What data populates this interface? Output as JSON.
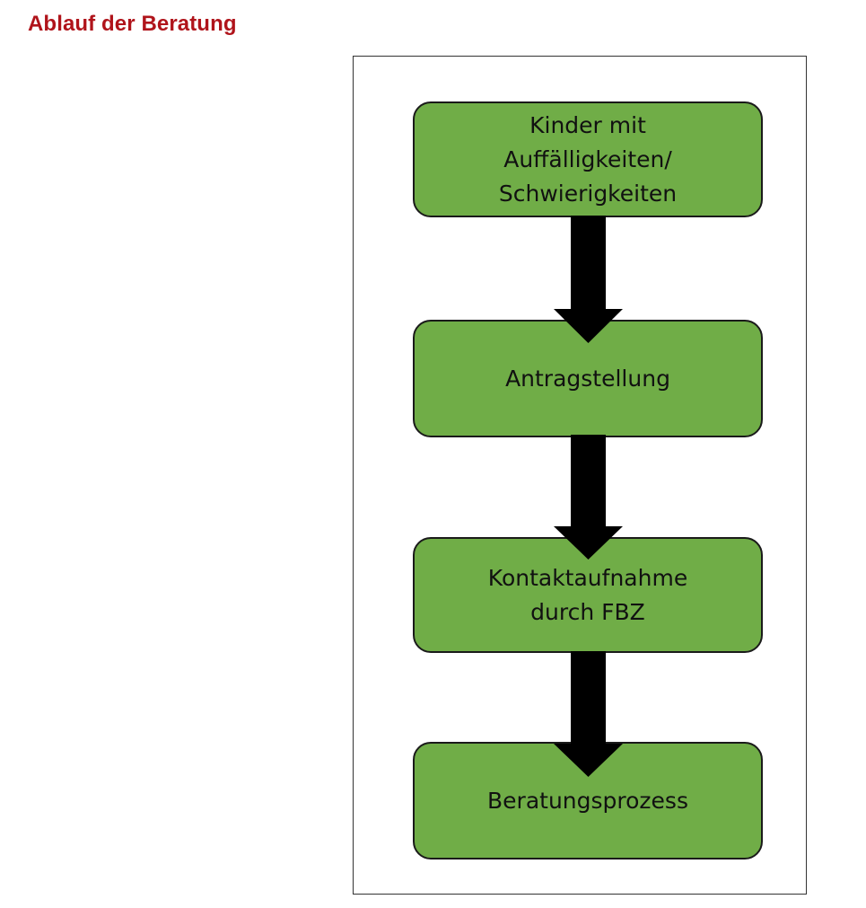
{
  "title": "Ablauf der Beratung",
  "colors": {
    "title": "#b0141b",
    "step_fill": "#70ad47",
    "step_border": "#1a1a1a",
    "arrow": "#000000"
  },
  "steps": [
    {
      "lines": [
        "Kinder mit",
        "Auffälligkeiten/",
        "Schwierigkeiten"
      ]
    },
    {
      "lines": [
        "Antragstellung"
      ]
    },
    {
      "lines": [
        "Kontaktaufnahme",
        "durch FBZ"
      ]
    },
    {
      "lines": [
        "Beratungsprozess"
      ]
    }
  ],
  "arrows": [
    {
      "from": 0,
      "to": 1
    },
    {
      "from": 1,
      "to": 2
    },
    {
      "from": 2,
      "to": 3
    }
  ]
}
